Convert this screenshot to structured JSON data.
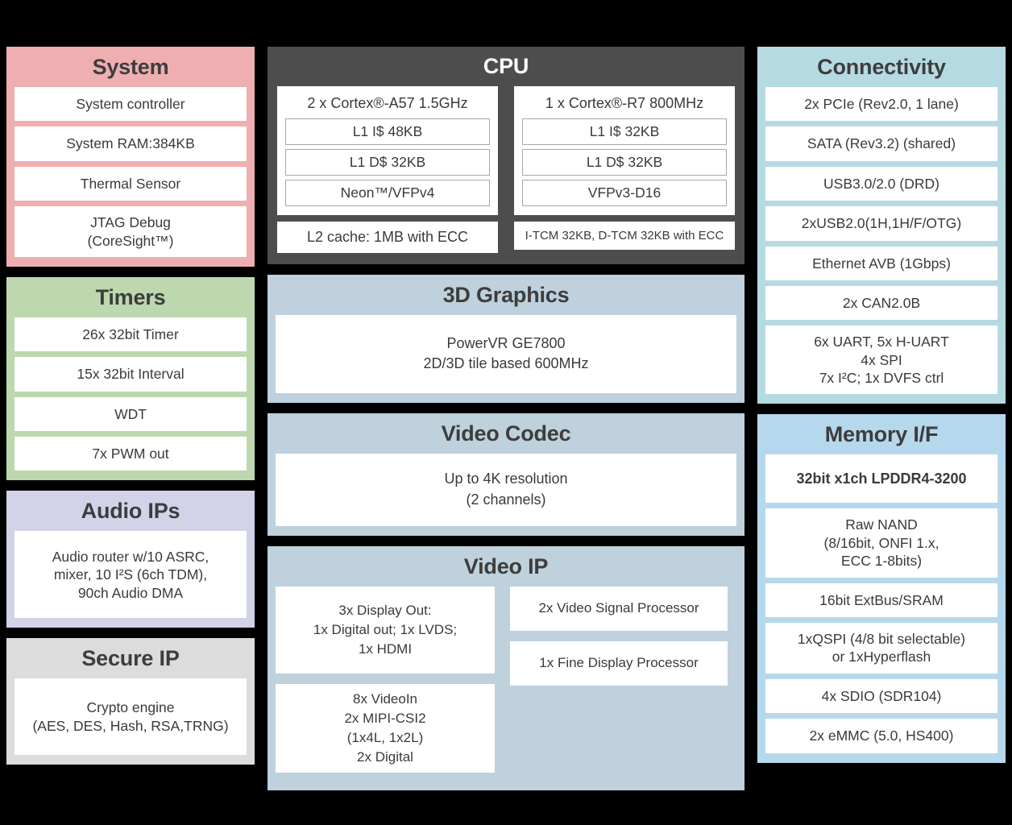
{
  "diagram": {
    "background": "#000000",
    "columns": {
      "left": [
        {
          "title": "System",
          "color": "#efaeb0",
          "items": [
            "System controller",
            "System RAM:384KB",
            "Thermal Sensor",
            "JTAG Debug\n(CoreSight™)"
          ]
        },
        {
          "title": "Timers",
          "color": "#bdd8ae",
          "items": [
            "26x 32bit Timer",
            "15x 32bit Interval",
            "WDT",
            "7x PWM out"
          ]
        },
        {
          "title": "Audio IPs",
          "color": "#d2d3e9",
          "items": [
            "Audio router w/10 ASRC,\nmixer, 10 I²S (6ch TDM),\n90ch Audio DMA"
          ]
        },
        {
          "title": "Secure IP",
          "color": "#dcdcdc",
          "items": [
            "Crypto engine\n(AES, DES, Hash, RSA,TRNG)"
          ]
        }
      ],
      "middle": {
        "cpu": {
          "title": "CPU",
          "color": "#4d4d4d",
          "clusters": [
            {
              "name": "2 x Cortex®-A57 1.5GHz",
              "blocks": [
                "L1 I$ 48KB",
                "L1 D$ 32KB",
                "Neon™/VFPv4"
              ],
              "footer": "L2 cache: 1MB with ECC"
            },
            {
              "name": "1 x Cortex®-R7 800MHz",
              "blocks": [
                "L1 I$ 32KB",
                "L1 D$ 32KB",
                "VFPv3-D16"
              ],
              "footer": "I-TCM 32KB, D-TCM 32KB with ECC"
            }
          ]
        },
        "graphics": {
          "title": "3D Graphics",
          "color": "#bed1dc",
          "body": "PowerVR GE7800\n2D/3D tile based 600MHz"
        },
        "codec": {
          "title": "Video Codec",
          "color": "#bed1dc",
          "body": "Up to 4K resolution\n(2 channels)"
        },
        "video_ip": {
          "title": "Video IP",
          "color": "#bed1dc",
          "left_boxes": [
            "3x Display Out:\n1x Digital out; 1x LVDS;\n1x HDMI",
            "8x VideoIn\n2x MIPI-CSI2\n(1x4L, 1x2L)\n2x Digital"
          ],
          "right_boxes": [
            "2x Video Signal Processor",
            "1x Fine Display Processor"
          ]
        }
      },
      "right": [
        {
          "title": "Connectivity",
          "color": "#b6dae2",
          "items": [
            "2x PCIe (Rev2.0, 1 lane)",
            "SATA (Rev3.2) (shared)",
            "USB3.0/2.0 (DRD)",
            "2xUSB2.0(1H,1H/F/OTG)",
            "Ethernet AVB (1Gbps)",
            "2x CAN2.0B",
            "6x UART, 5x H-UART\n4x SPI\n7x I²C; 1x DVFS ctrl"
          ]
        },
        {
          "title": "Memory I/F",
          "color": "#b6d8ec",
          "items": [
            "32bit x1ch LPDDR4-3200",
            "Raw NAND\n(8/16bit, ONFI 1.x,\nECC 1-8bits)",
            "16bit ExtBus/SRAM",
            "1xQSPI (4/8 bit selectable)\nor 1xHyperflash",
            "4x SDIO (SDR104)",
            "2x eMMC (5.0, HS400)"
          ]
        }
      ]
    }
  }
}
